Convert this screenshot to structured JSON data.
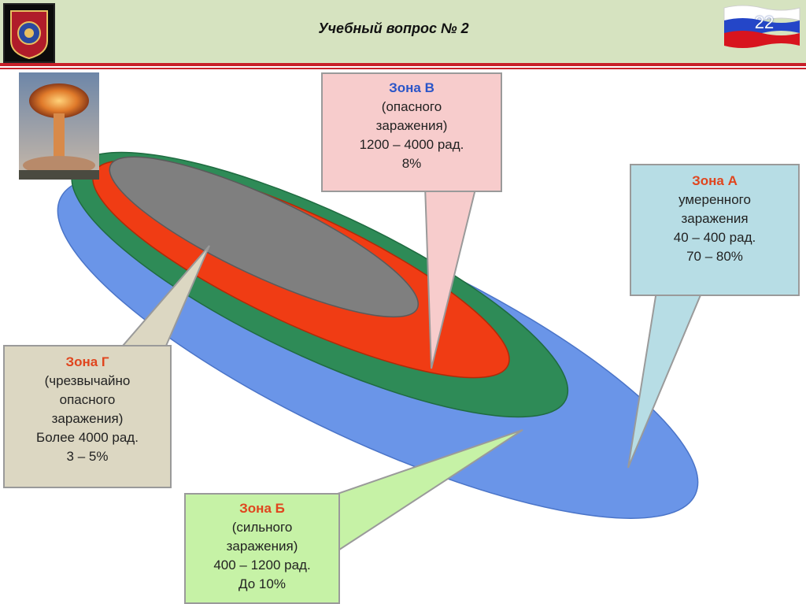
{
  "header": {
    "title": "Учебный вопрос № 2",
    "page_number": "22"
  },
  "colors": {
    "header_bg": "#d6e3c0",
    "accent_red": "#c8202a",
    "zone_a": "#6a95e8",
    "zone_b": "#2e8b57",
    "zone_v": "#f03c14",
    "zone_g": "#7f7f7f"
  },
  "zones": {
    "v": {
      "name": "Зона В",
      "lines": [
        "(опасного",
        "заражения)",
        "1200 – 4000 рад.",
        "8%"
      ]
    },
    "a": {
      "name": "Зона А",
      "lines": [
        "умеренного",
        "заражения",
        "40 – 400 рад.",
        "70 – 80%"
      ]
    },
    "g": {
      "name": "Зона Г",
      "lines": [
        "(чрезвычайно",
        "опасного",
        "заражения)",
        "Более 4000 рад.",
        "3 – 5%"
      ]
    },
    "b": {
      "name": "Зона Б",
      "lines": [
        "(сильного",
        "заражения)",
        "400 – 1200 рад.",
        "До 10%"
      ]
    }
  }
}
